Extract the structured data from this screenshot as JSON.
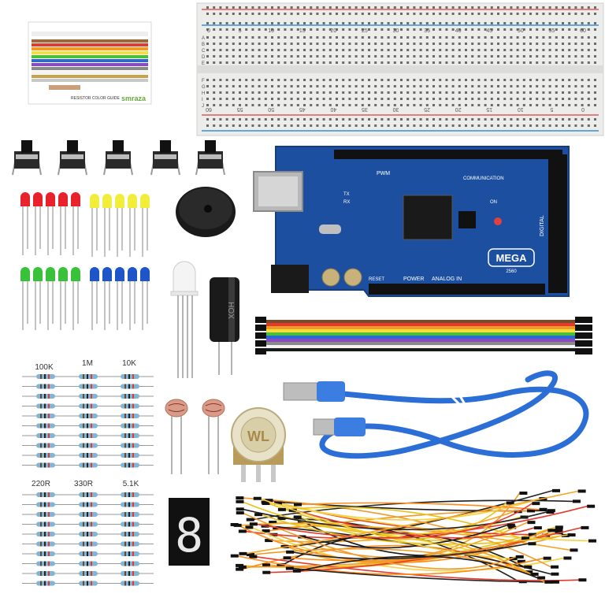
{
  "colors": {
    "background": "#ffffff",
    "board_blue": "#1d4fa0",
    "breadboard": "#ececea",
    "rail_red": "#e05a5a",
    "rail_blue": "#3a8fd6",
    "cable_blue": "#2b6fd6",
    "resistor_body": "#7fb6d8",
    "led_red": "#e8222a",
    "led_yellow": "#f2ec3a",
    "led_green": "#37c23a",
    "led_blue": "#1e55c8"
  },
  "breadboard": {
    "top_numbers": [
      "0",
      "5",
      "10",
      "15",
      "20",
      "25",
      "30",
      "35",
      "40",
      "45",
      "50",
      "55",
      "60"
    ],
    "bottom_numbers": [
      "60",
      "55",
      "50",
      "45",
      "40",
      "35",
      "30",
      "25",
      "20",
      "15",
      "10",
      "5",
      "0"
    ],
    "row_letters_top": [
      "A",
      "B",
      "C",
      "D",
      "E"
    ],
    "row_letters_bottom": [
      "F",
      "G",
      "H",
      "I",
      "J"
    ]
  },
  "color_card": {
    "brand": "smraza",
    "caption": "RESISTOR COLOR GUIDE"
  },
  "mega_board": {
    "model": "MEGA",
    "model_number": "2560",
    "label_pwm": "PWM",
    "label_communication": "COMMUNICATION",
    "label_power": "POWER",
    "label_analog_in": "ANALOG IN",
    "label_digital": "DIGITAL",
    "label_on": "ON",
    "label_tx": "TX",
    "label_rx": "RX",
    "label_reset": "RESET"
  },
  "capacitor": {
    "text": "HOX"
  },
  "potentiometer": {
    "text": "WL"
  },
  "seven_segment": {
    "digit": "8"
  },
  "resistor_labels": {
    "top": [
      "100K",
      "1M",
      "10K"
    ],
    "bottom": [
      "220R",
      "330R",
      "5.1K"
    ]
  }
}
